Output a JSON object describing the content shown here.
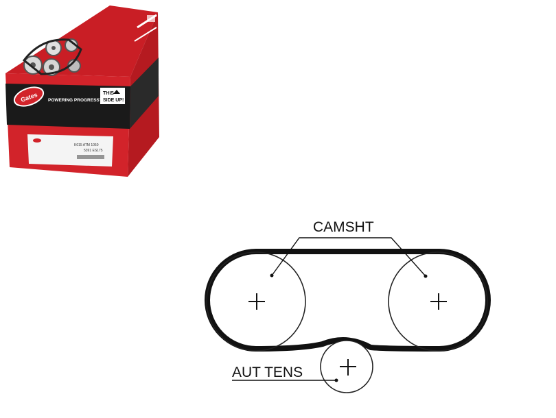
{
  "product_box": {
    "brand": "Gates",
    "tagline": "POWERING PROGRESS™",
    "orientation_line1": "THIS",
    "orientation_line2": "SIDE UP!",
    "label_line1": "K015 ATM 1050",
    "label_line2": "5391 ES175",
    "colors": {
      "box_red": "#d2232a",
      "box_dark_red": "#a8151b",
      "band_black": "#1a1a1a"
    }
  },
  "diagram": {
    "labels": {
      "camshaft": "CAMSHT",
      "tensioner": "AUT TENS"
    },
    "colors": {
      "belt": "#111111",
      "pulley": "#222222"
    }
  }
}
